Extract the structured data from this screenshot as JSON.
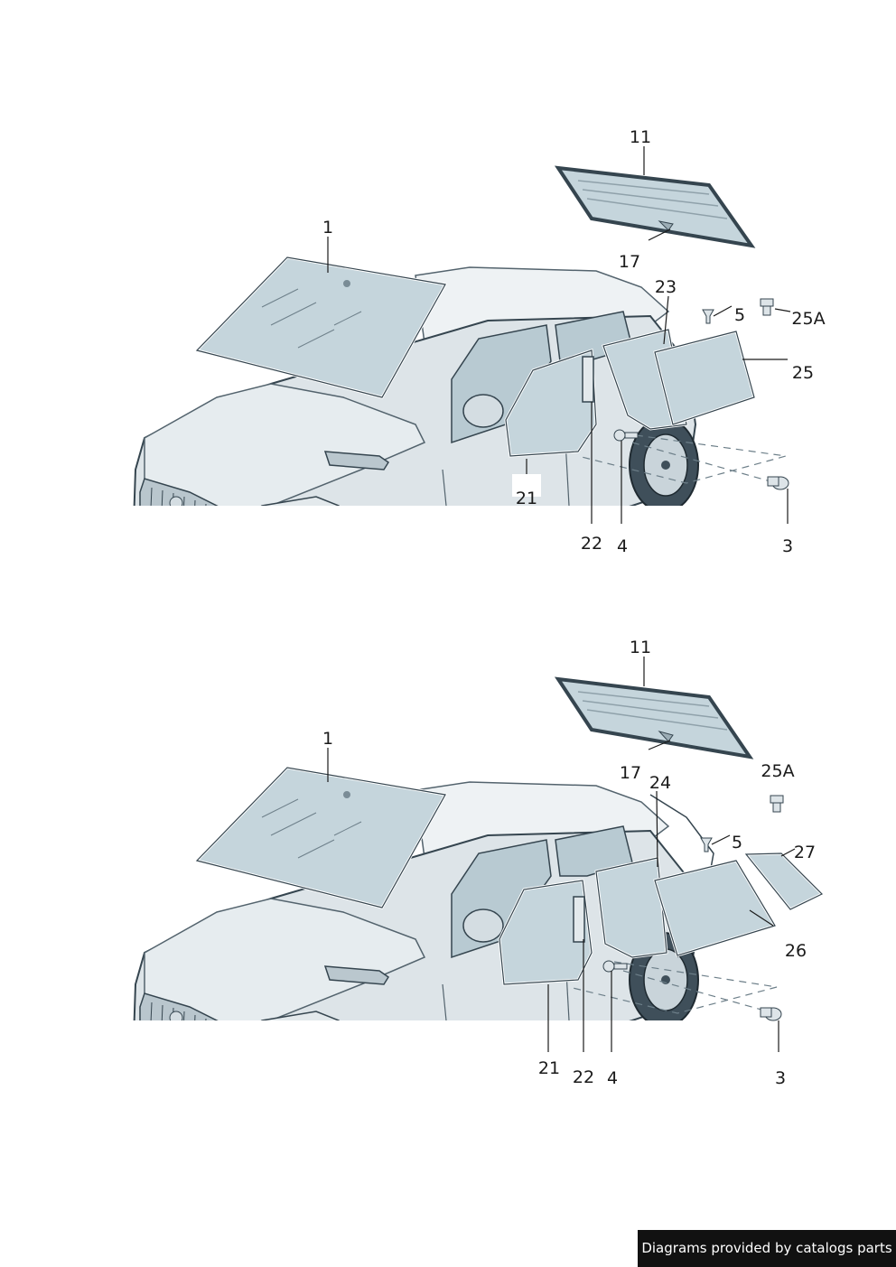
{
  "upper_variant": {
    "callouts": {
      "c1": "1",
      "c11": "11",
      "c17": "17",
      "c23": "23",
      "c5": "5",
      "c25a": "25A",
      "c25": "25",
      "c21": "21",
      "c22": "22",
      "c4": "4",
      "c3": "3"
    }
  },
  "lower_variant": {
    "callouts": {
      "c1": "1",
      "c11": "11",
      "c17": "17",
      "c24": "24",
      "c25a": "25A",
      "c5": "5",
      "c27": "27",
      "c26": "26",
      "c21": "21",
      "c22": "22",
      "c4": "4",
      "c3": "3"
    }
  },
  "footer": {
    "credit": "Diagrams provided by catalogs parts"
  },
  "colors": {
    "glass": "#c5d5dc",
    "body": "#dde4e8",
    "outline": "#35454f",
    "tire": "#3f4f5a"
  }
}
